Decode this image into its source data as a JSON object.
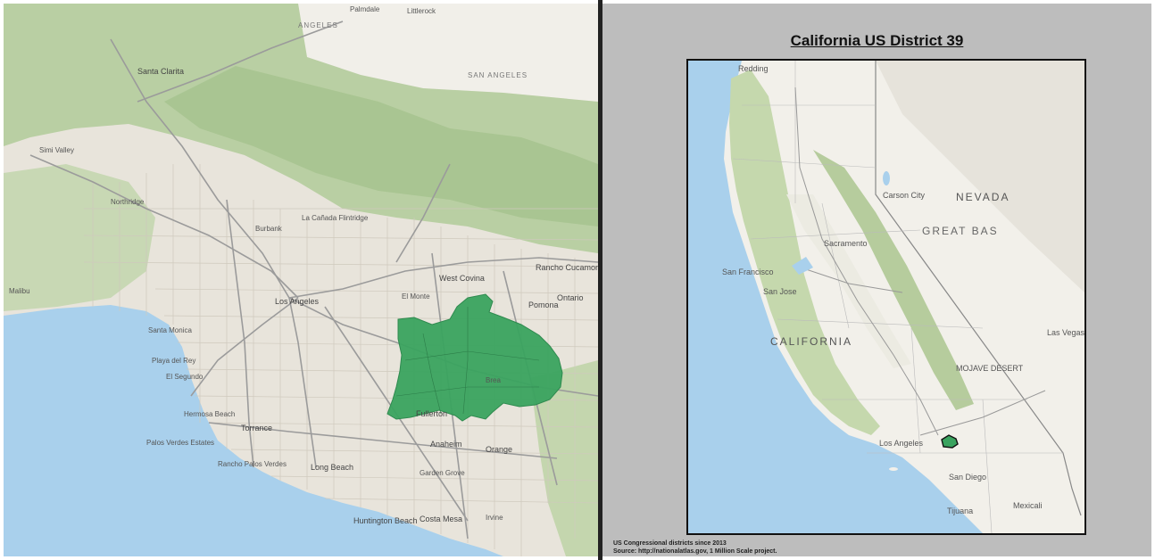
{
  "inset": {
    "title": "California US District 39"
  },
  "footer": {
    "line1": "US Congressional districts since 2013",
    "line2": "Source: http://nationalatlas.gov, 1 Million Scale project."
  },
  "colors": {
    "district_fill": "#3aa35f",
    "ocean": "#a9d0ec",
    "land": "#e8e4db",
    "mountains": "#b9cfa3",
    "panel_bg": "#bdbdbd"
  },
  "left_map_labels": {
    "palmdale": "Palmdale",
    "angeles_top": "ANGELES",
    "littlerock": "Littlerock",
    "san_angeles": "SAN ANGELES",
    "santa_clarita": "Santa Clarita",
    "simi_valley": "Simi Valley",
    "northridge": "Northridge",
    "burbank": "Burbank",
    "la_canada": "La Cañada Flintridge",
    "west_covina": "West Covina",
    "rancho_cucamonga": "Rancho Cucamonga",
    "el_monte": "El Monte",
    "pomona": "Pomona",
    "ontario": "Ontario",
    "malibu": "Malibu",
    "santa_monica": "Santa Monica",
    "los_angeles": "Los Angeles",
    "playa_del_rey": "Playa del Rey",
    "el_segundo": "El Segundo",
    "hermosa_beach": "Hermosa Beach",
    "torrance": "Torrance",
    "palos_verdes": "Palos Verdes Estates",
    "rancho_palos": "Rancho Palos Verdes",
    "long_beach": "Long Beach",
    "fullerton": "Fullerton",
    "brea": "Brea",
    "anaheim": "Anaheim",
    "orange": "Orange",
    "garden_grove": "Garden Grove",
    "huntington_beach": "Huntington Beach",
    "costa_mesa": "Costa Mesa",
    "irvine": "Irvine"
  },
  "right_map_labels": {
    "redding": "Redding",
    "carson": "Carson City",
    "nevada": "NEVADA",
    "great_basin": "GREAT BAS",
    "sacramento": "Sacramento",
    "san_francisco": "San Francisco",
    "san_jose": "San Jose",
    "california": "CALIFORNIA",
    "las_vegas": "Las Vegas",
    "mojave": "MOJAVE DESERT",
    "los_angeles": "Los Angeles",
    "san_diego": "San Diego",
    "tijuana": "Tijuana",
    "mexicali": "Mexicali"
  }
}
